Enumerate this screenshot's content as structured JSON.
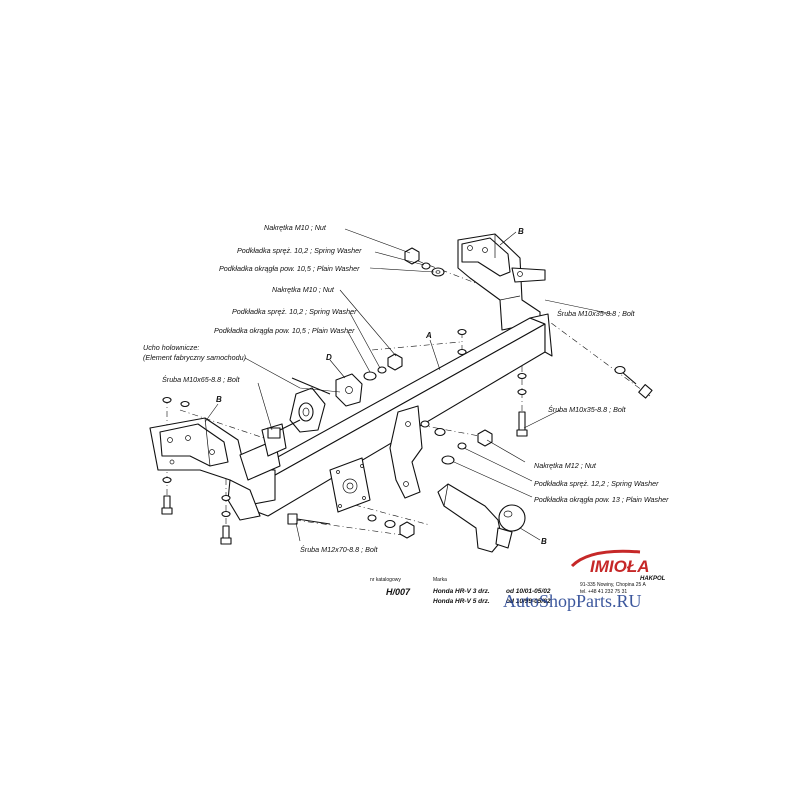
{
  "labels": {
    "nut_m10_top": "Nakrętka  M10 ; Nut",
    "spring_washer_top": "Podkładka spręż. 10,2 ; Spring Washer",
    "plain_washer_top": "Podkładka okrągła pow.  10,5 ; Plain Washer",
    "nut_m10_mid": "Nakrętka  M10 ; Nut",
    "spring_washer_mid": "Podkładka spręż. 10,2 ; Spring Washer",
    "plain_washer_mid": "Podkładka okrągła pow. 10,5 ; Plain Washer",
    "towing_eye_line1": "Ucho holownicze:",
    "towing_eye_line2": "(Element fabryczny samochodu)",
    "bolt_m10x65": "Śruba M10x65-8.8  ;  Bolt",
    "bolt_m10x35_right": "Śruba M10x35-8.8   ;  Bolt",
    "bolt_m10x35_lower": "Śruba M10x35-8.8  ;  Bolt",
    "nut_m12": "Nakrętka  M12 ; Nut",
    "spring_washer_12": "Podkładka spręż. 12,2 ; Spring Washer",
    "plain_washer_13": "Podkładka okrągła pow. 13 ; Plain Washer",
    "bolt_m12x70": "Śruba M12x70-8.8  ;  Bolt"
  },
  "part_letters": {
    "a": "A",
    "b_top": "B",
    "b_left": "B",
    "b_ball": "B",
    "d": "D"
  },
  "title_block": {
    "model_header": "nr katalogowy",
    "model_number": "H/007",
    "make_header": "Marka",
    "car_1": "Honda HR-V 3 drz.",
    "car_2": "Honda HR-V 5 drz.",
    "date_1": "od 10/01-05/02",
    "date_2": "od 10/99-05/02"
  },
  "brand": {
    "name": "IMIOŁA",
    "sub": "HAKPOL",
    "address_1": "91-335 Nowiny, Chopina 25 A",
    "address_2": "tel. +48 41 232 75 31",
    "color": "#c62828"
  },
  "watermark": {
    "text": "AutoShopParts.RU",
    "color": "#1a3a8c"
  }
}
